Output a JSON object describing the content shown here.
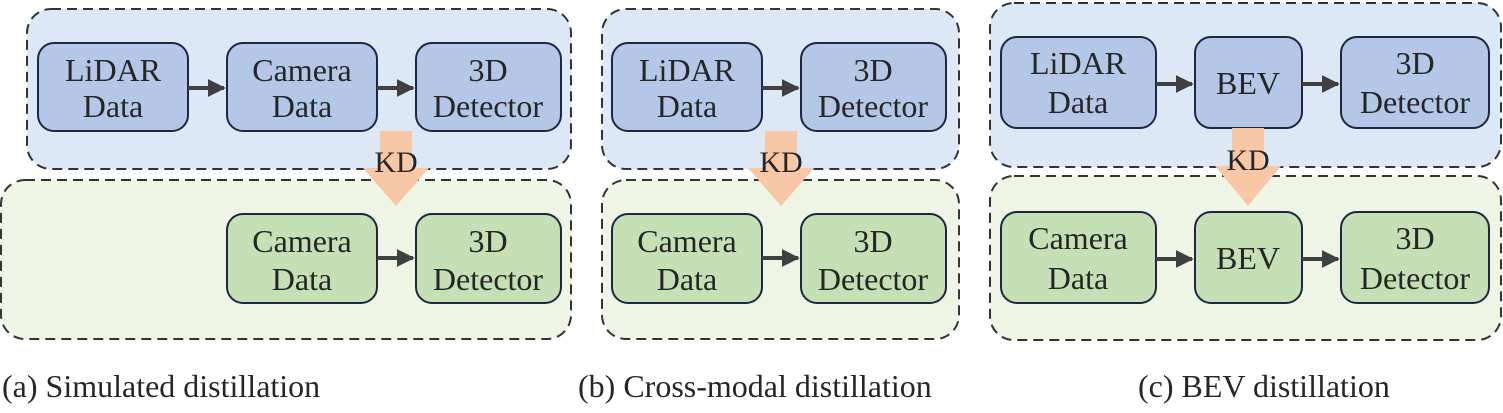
{
  "colors": {
    "teacher_bg": "#dde8f6",
    "student_bg": "#eef5e4",
    "teacher_box": "#b4c7e7",
    "student_box": "#c5e0b4",
    "box_border": "#1f2645",
    "arrow": "#404040",
    "kd_arrow": "#f8c8a6",
    "dash": "#333333",
    "text": "#262626"
  },
  "panels": [
    {
      "caption": "(a) Simulated distillation",
      "teacher": [
        {
          "line1": "LiDAR",
          "line2": "Data"
        },
        {
          "line1": "Camera",
          "line2": "Data"
        },
        {
          "line1": "3D",
          "line2": "Detector"
        }
      ],
      "kd": "KD",
      "student": [
        {
          "line1": "Camera",
          "line2": "Data"
        },
        {
          "line1": "3D",
          "line2": "Detector"
        }
      ]
    },
    {
      "caption": "(b) Cross-modal distillation",
      "teacher": [
        {
          "line1": "LiDAR",
          "line2": "Data"
        },
        {
          "line1": "3D",
          "line2": "Detector"
        }
      ],
      "kd": "KD",
      "student": [
        {
          "line1": "Camera",
          "line2": "Data"
        },
        {
          "line1": "3D",
          "line2": "Detector"
        }
      ]
    },
    {
      "caption": "(c) BEV distillation",
      "teacher": [
        {
          "line1": "LiDAR",
          "line2": "Data"
        },
        {
          "line1": "BEV",
          "line2": ""
        },
        {
          "line1": "3D",
          "line2": "Detector"
        }
      ],
      "kd": "KD",
      "student": [
        {
          "line1": "Camera",
          "line2": "Data"
        },
        {
          "line1": "BEV",
          "line2": ""
        },
        {
          "line1": "3D",
          "line2": "Detector"
        }
      ]
    }
  ]
}
